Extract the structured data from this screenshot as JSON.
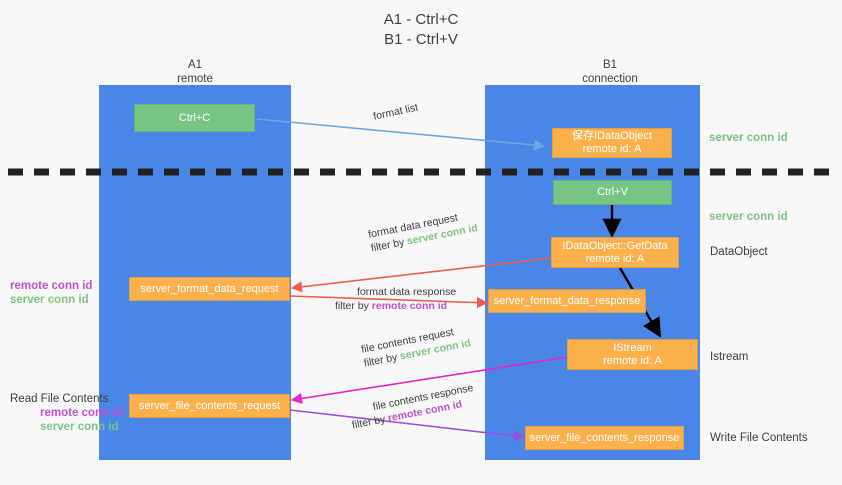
{
  "title": {
    "line1": "A1 - Ctrl+C",
    "line2": "B1 - Ctrl+V"
  },
  "lanes": [
    {
      "name": "A1",
      "sub": "remote"
    },
    {
      "name": "B1",
      "sub": "connection"
    }
  ],
  "nodes": {
    "ctrl_c": "Ctrl+C",
    "save_idataobject_l1": "保存IDataObject",
    "save_idataobject_l2": "remote id: A",
    "ctrl_v": "Ctrl+V",
    "getdata_l1": "IDataObject::GetData",
    "getdata_l2": "remote id: A",
    "server_format_data_request": "server_format_data_request",
    "server_format_data_response": "server_format_data_response",
    "istream_l1": "IStream",
    "istream_l2": "remote id: A",
    "server_file_contents_request": "server_file_contents_request",
    "server_file_contents_response": "server_file_contents_response"
  },
  "edges": {
    "format_list": "format list",
    "format_data_request": "format data request",
    "format_data_response": "format data response",
    "file_contents_request": "file contents request",
    "file_contents_response": "file contents response",
    "filter_by": "filter by ",
    "server_conn_id": "server conn id",
    "remote_conn_id": "remote conn id"
  },
  "right_labels": {
    "server_conn_id_top": "server conn id",
    "server_conn_id_mid": "server conn id",
    "data_object": "DataObject",
    "istream": "Istream",
    "write_file_contents": "Write File Contents"
  },
  "left_labels": {
    "remote_conn_id_1": "remote conn id",
    "server_conn_id_1": "server conn id",
    "read_file_contents": "Read File Contents",
    "remote_conn_id_2": "remote conn id",
    "server_conn_id_2": "server conn id"
  },
  "colors": {
    "lane": "#4a86e8",
    "green_node": "#76c584",
    "orange_node": "#fbb04c",
    "green_text": "#7bc47f",
    "purple_text": "#c050d0",
    "arrow_blue": "#6aa8dd",
    "arrow_red": "#e8604c",
    "arrow_magenta": "#e822c8",
    "arrow_purple": "#9b4ddb",
    "arrow_black": "#000000",
    "background": "#f7f7f7"
  }
}
